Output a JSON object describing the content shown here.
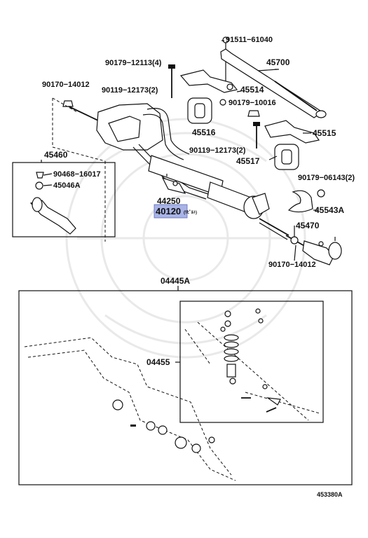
{
  "labels": {
    "p91511": "91511−61040",
    "p45700": "45700",
    "p90179_12113": "90179−12113(4)",
    "p90170_14012_top": "90170−14012",
    "p90119_12173_top": "90119−12173(2)",
    "p45514": "45514",
    "p90179_10016": "90179−10016",
    "p45516": "45516",
    "p45515": "45515",
    "p90119_12173_mid": "90119−12173(2)",
    "p45517": "45517",
    "p45460": "45460",
    "p90468": "90468−16017",
    "p45046A": "45046A",
    "p90179_06143": "90179−06143(2)",
    "p44250": "44250",
    "p40120": "40120",
    "p40120_suffix": "(ﾘﾋﾞﾙﾄ)",
    "p45543A": "45543A",
    "p45470": "45470",
    "p90170_14012_bot": "90170−14012",
    "p04445A": "04445A",
    "p04455": "04455",
    "figure_code": "453380A"
  },
  "colors": {
    "highlight": "#a9b4e6",
    "ink": "#111111",
    "watermark": "#e9e9e9"
  },
  "icons": {
    "steering_rack": "steering-rack-assembly-illustration",
    "tie_rod_end": "tie-rod-end-illustration",
    "gasket_kit": "gasket-kit-illustration"
  }
}
